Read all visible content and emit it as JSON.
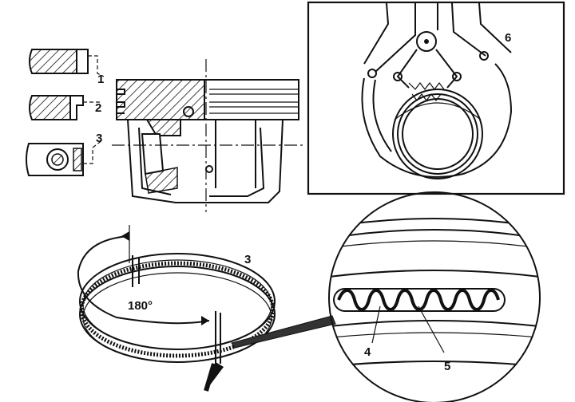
{
  "colors": {
    "ink": "#111111",
    "paper": "#ffffff"
  },
  "labels": {
    "ring_top": "1",
    "ring_second": "2",
    "ring_oil": "3",
    "tool": "6",
    "ring_oil_lower": "3",
    "angle": "180°",
    "spring_coil": "4",
    "spring_end": "5"
  }
}
